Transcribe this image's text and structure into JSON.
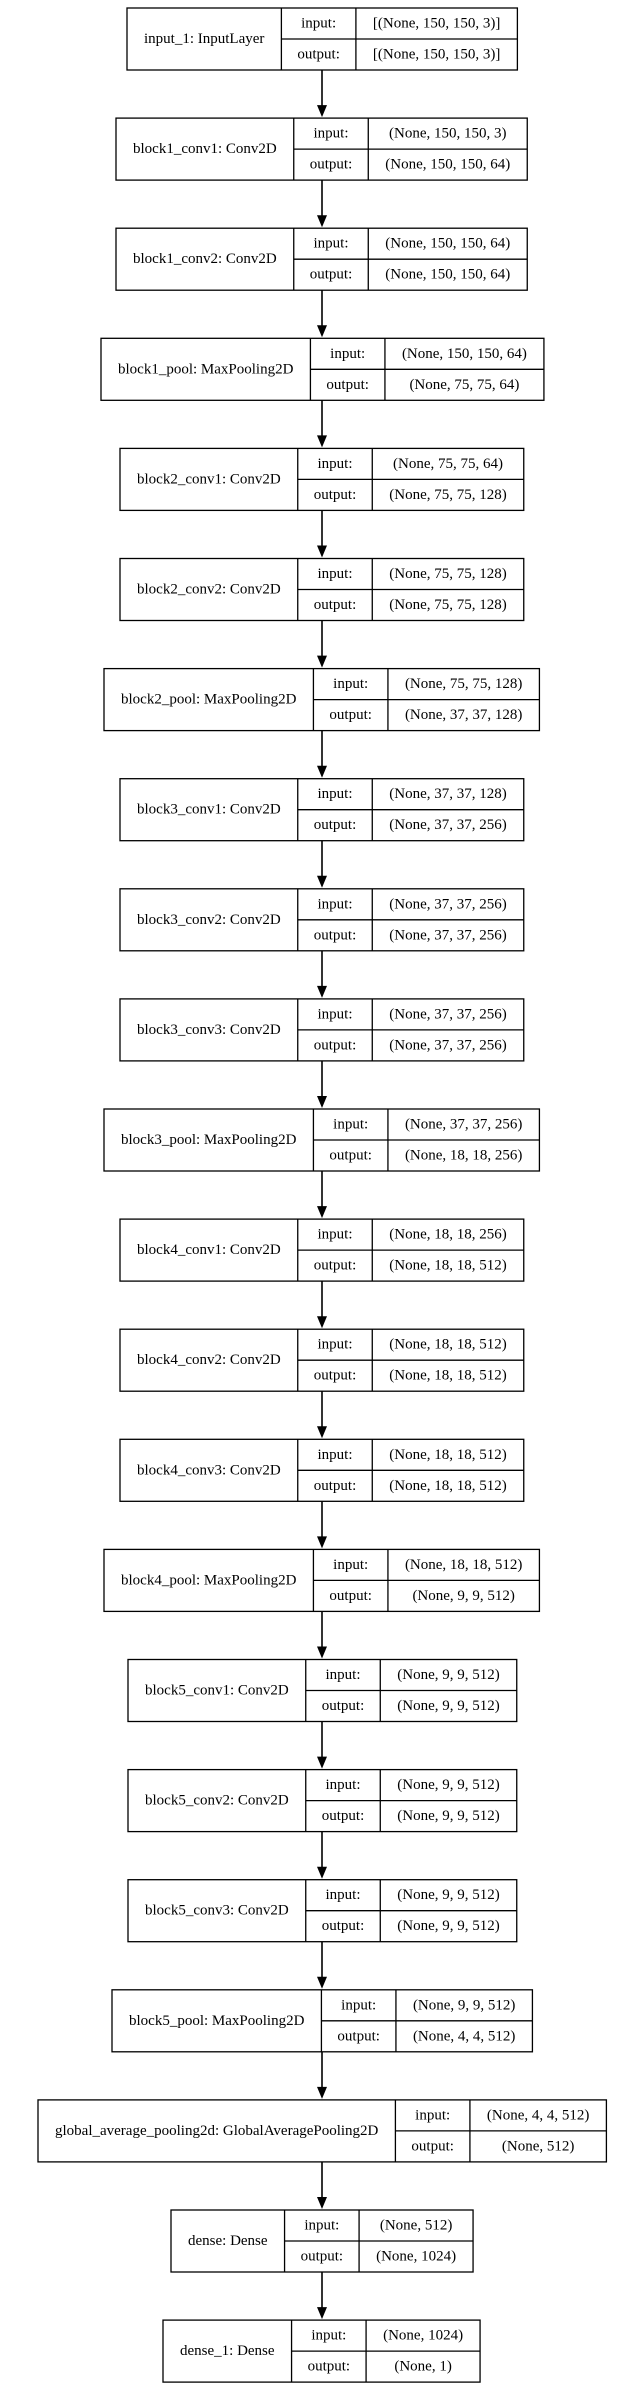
{
  "layers": [
    {
      "name": "input_1: InputLayer",
      "port_in_label": "input:",
      "port_out_label": "output:",
      "input_shape": "[(None, 150, 150, 3)]",
      "output_shape": "[(None, 150, 150, 3)]"
    },
    {
      "name": "block1_conv1: Conv2D",
      "port_in_label": "input:",
      "port_out_label": "output:",
      "input_shape": "(None, 150, 150, 3)",
      "output_shape": "(None, 150, 150, 64)"
    },
    {
      "name": "block1_conv2: Conv2D",
      "port_in_label": "input:",
      "port_out_label": "output:",
      "input_shape": "(None, 150, 150, 64)",
      "output_shape": "(None, 150, 150, 64)"
    },
    {
      "name": "block1_pool: MaxPooling2D",
      "port_in_label": "input:",
      "port_out_label": "output:",
      "input_shape": "(None, 150, 150, 64)",
      "output_shape": "(None, 75, 75, 64)"
    },
    {
      "name": "block2_conv1: Conv2D",
      "port_in_label": "input:",
      "port_out_label": "output:",
      "input_shape": "(None, 75, 75, 64)",
      "output_shape": "(None, 75, 75, 128)"
    },
    {
      "name": "block2_conv2: Conv2D",
      "port_in_label": "input:",
      "port_out_label": "output:",
      "input_shape": "(None, 75, 75, 128)",
      "output_shape": "(None, 75, 75, 128)"
    },
    {
      "name": "block2_pool: MaxPooling2D",
      "port_in_label": "input:",
      "port_out_label": "output:",
      "input_shape": "(None, 75, 75, 128)",
      "output_shape": "(None, 37, 37, 128)"
    },
    {
      "name": "block3_conv1: Conv2D",
      "port_in_label": "input:",
      "port_out_label": "output:",
      "input_shape": "(None, 37, 37, 128)",
      "output_shape": "(None, 37, 37, 256)"
    },
    {
      "name": "block3_conv2: Conv2D",
      "port_in_label": "input:",
      "port_out_label": "output:",
      "input_shape": "(None, 37, 37, 256)",
      "output_shape": "(None, 37, 37, 256)"
    },
    {
      "name": "block3_conv3: Conv2D",
      "port_in_label": "input:",
      "port_out_label": "output:",
      "input_shape": "(None, 37, 37, 256)",
      "output_shape": "(None, 37, 37, 256)"
    },
    {
      "name": "block3_pool: MaxPooling2D",
      "port_in_label": "input:",
      "port_out_label": "output:",
      "input_shape": "(None, 37, 37, 256)",
      "output_shape": "(None, 18, 18, 256)"
    },
    {
      "name": "block4_conv1: Conv2D",
      "port_in_label": "input:",
      "port_out_label": "output:",
      "input_shape": "(None, 18, 18, 256)",
      "output_shape": "(None, 18, 18, 512)"
    },
    {
      "name": "block4_conv2: Conv2D",
      "port_in_label": "input:",
      "port_out_label": "output:",
      "input_shape": "(None, 18, 18, 512)",
      "output_shape": "(None, 18, 18, 512)"
    },
    {
      "name": "block4_conv3: Conv2D",
      "port_in_label": "input:",
      "port_out_label": "output:",
      "input_shape": "(None, 18, 18, 512)",
      "output_shape": "(None, 18, 18, 512)"
    },
    {
      "name": "block4_pool: MaxPooling2D",
      "port_in_label": "input:",
      "port_out_label": "output:",
      "input_shape": "(None, 18, 18, 512)",
      "output_shape": "(None, 9, 9, 512)"
    },
    {
      "name": "block5_conv1: Conv2D",
      "port_in_label": "input:",
      "port_out_label": "output:",
      "input_shape": "(None, 9, 9, 512)",
      "output_shape": "(None, 9, 9, 512)"
    },
    {
      "name": "block5_conv2: Conv2D",
      "port_in_label": "input:",
      "port_out_label": "output:",
      "input_shape": "(None, 9, 9, 512)",
      "output_shape": "(None, 9, 9, 512)"
    },
    {
      "name": "block5_conv3: Conv2D",
      "port_in_label": "input:",
      "port_out_label": "output:",
      "input_shape": "(None, 9, 9, 512)",
      "output_shape": "(None, 9, 9, 512)"
    },
    {
      "name": "block5_pool: MaxPooling2D",
      "port_in_label": "input:",
      "port_out_label": "output:",
      "input_shape": "(None, 9, 9, 512)",
      "output_shape": "(None, 4, 4, 512)"
    },
    {
      "name": "global_average_pooling2d: GlobalAveragePooling2D",
      "port_in_label": "input:",
      "port_out_label": "output:",
      "input_shape": "(None, 4, 4, 512)",
      "output_shape": "(None, 512)"
    },
    {
      "name": "dense: Dense",
      "port_in_label": "input:",
      "port_out_label": "output:",
      "input_shape": "(None, 512)",
      "output_shape": "(None, 1024)"
    },
    {
      "name": "dense_1: Dense",
      "port_in_label": "input:",
      "port_out_label": "output:",
      "input_shape": "(None, 1024)",
      "output_shape": "(None, 1)"
    }
  ]
}
